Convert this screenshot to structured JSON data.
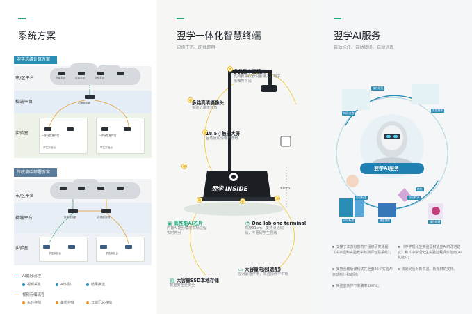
{
  "panel1": {
    "title": "系统方案",
    "scheme1": {
      "header": "翌学边缘计算方案",
      "rows": [
        "市/区平台",
        "校端平台",
        "实验室"
      ],
      "cloud_labels": [
        "市级平台",
        "区级平台",
        "学校平台"
      ],
      "server_label": "边缘服务器",
      "lab_devices": [
        "一体化智慧终端",
        "一体化智慧终端"
      ],
      "lab_sub": [
        "学生实验台",
        "学生实验台"
      ]
    },
    "scheme2": {
      "header": "传统集中部署方案",
      "rows": [
        "市/区平台",
        "校端平台",
        "实验室"
      ],
      "server_labels": [
        "集中服务器",
        "存储服务器"
      ],
      "lab_sub": [
        "学生实验台",
        "学生实验台"
      ]
    },
    "legend": {
      "ai_flow": "AI能分流程",
      "ai_items": [
        "视频采集",
        "AI识别",
        "结果推送"
      ],
      "storage_flow": "视频存储流程",
      "storage_items": [
        "实时存储",
        "备份存储",
        "云端汇总存储"
      ]
    }
  },
  "panel2": {
    "title": "翌学一体化智慧终端",
    "subtitle": "边缘下沉、即插即用",
    "features": [
      {
        "title": "多类型丰富接口",
        "desc": "支持教学仪器设备接入，电子\n示教等外设"
      },
      {
        "title": "多路高清摄像头",
        "desc": "实验记录无死角"
      },
      {
        "title": "18.5寸触摸大屏",
        "desc": "互动便利清晰不伤眼"
      },
      {
        "title": "高性能AI芯片",
        "desc": "内置AI能分模块实现过程\n实时判分"
      },
      {
        "title": "One lab one terminal",
        "desc": "高度31cm，支持灵活收\n纳，不阻碍学生视线"
      },
      {
        "title": "大容量电池(选配)",
        "desc": "应对紧急停电，实验操作不中断"
      },
      {
        "title": "大容量SSD本地存储",
        "desc": "数据安全更安全"
      }
    ],
    "device_brand": "翌学 INSIDE",
    "height_label": "31cm"
  },
  "panel3": {
    "title": "翌学AI服务",
    "subtitle": "自动标注、自动转译、自动训练",
    "center_label": "翌学AI服务",
    "tags": [
      "操作规范",
      "知识点检",
      "实验操作",
      "自动标注",
      "自动转译",
      "转化",
      "评分标准",
      "模型训练",
      "操作视频"
    ],
    "bullets": [
      "支撑了江苏省教育厅组织研究课题《中学理科实验教学与测评智慧系统》；",
      "支持否教版课程优先全面36个实验AI自动判分和识别；",
      "实验室条件下准确率100%；",
      "《中学理化生实验器材适应AI的改进建议》和《中学理化生实验过程评价指南(AI赋能)》；",
      "快速灵活对新实验、新题材的支持。"
    ]
  },
  "colors": {
    "accent": "#1fa67a",
    "scheme1": "#2a8db5",
    "scheme2": "#5a7b9a",
    "highlight": "#f2c230"
  }
}
